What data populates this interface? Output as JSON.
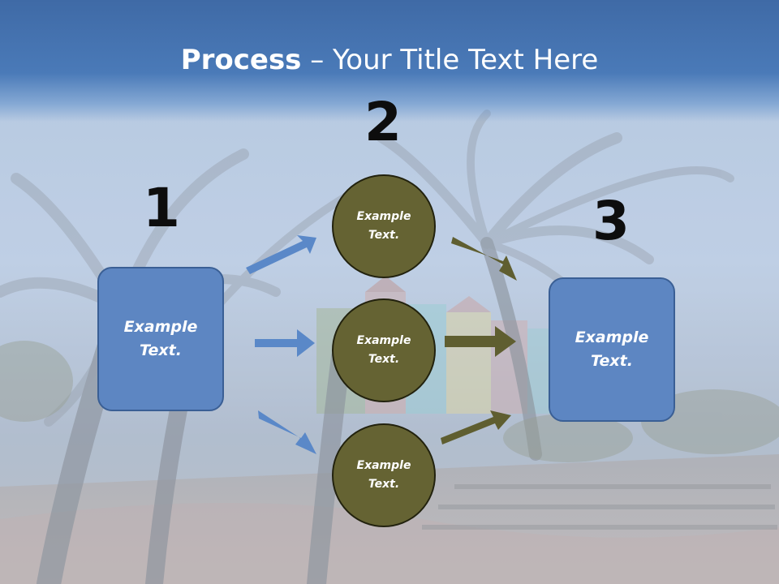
{
  "slide": {
    "title_bold": "Process",
    "title_rest": " – Your Title Text Here",
    "steps": [
      {
        "number": "1"
      },
      {
        "number": "2"
      },
      {
        "number": "3"
      }
    ],
    "left_box": {
      "text": "Example Text."
    },
    "circles": [
      {
        "text": "Example Text."
      },
      {
        "text": "Example Text."
      },
      {
        "text": "Example Text."
      }
    ],
    "right_box": {
      "text": "Example Text."
    }
  },
  "colors": {
    "title_band": "#4a7ab8",
    "box_fill": "#5d86c2",
    "circle_fill": "#656333",
    "blue_arrow": "#5a88c8",
    "olive_arrow": "#5f5e30"
  },
  "background": {
    "description_icon": "palm-trees-plaza-photo"
  }
}
